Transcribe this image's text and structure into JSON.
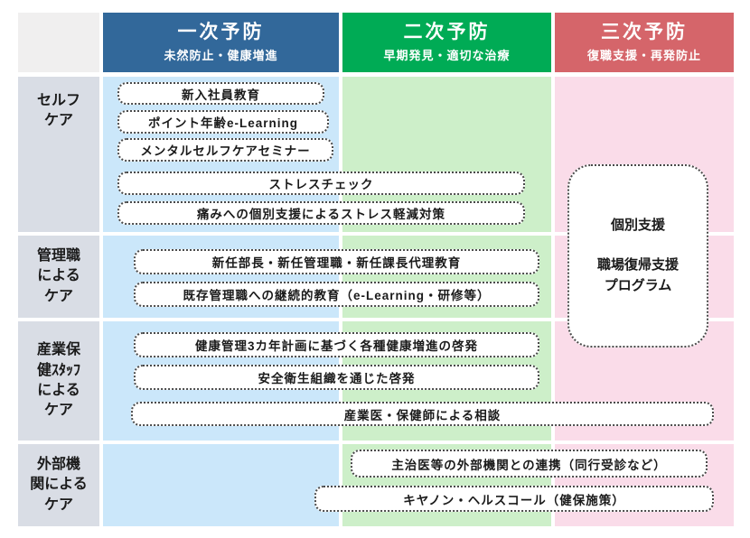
{
  "header": {
    "columns": [
      {
        "title": "一次予防",
        "subtitle": "未然防止・健康増進"
      },
      {
        "title": "二次予防",
        "subtitle": "早期発見・適切な治療"
      },
      {
        "title": "三次予防",
        "subtitle": "復職支援・再発防止"
      }
    ]
  },
  "row_labels": [
    "セルフ\nケア",
    "管理職\nによる\nケア",
    "産業保\n健ｽﾀｯﾌ\nによる\nケア",
    "外部機\n関による\nケア"
  ],
  "items": {
    "selfcare": [
      "新入社員教育",
      "ポイント年齢e-Learning",
      "メンタルセルフケアセミナー",
      "ストレスチェック",
      "痛みへの個別支援によるストレス軽減対策"
    ],
    "manager": [
      "新任部長・新任管理職・新任課長代理教育",
      "既存管理職への継続的教育（e-Learning・研修等）"
    ],
    "occupational": [
      "健康管理3カ年計画に基づく各種健康増進の啓発",
      "安全衛生組織を通じた啓発",
      "産業医・保健師による相談"
    ],
    "external": [
      "主治医等の外部機関との連携（同行受診など）",
      "キヤノン・ヘルスコール（健保施策）"
    ]
  },
  "tertiary_box": {
    "line1": "個別支援",
    "line2": "職場復帰支援\nプログラム"
  },
  "colors": {
    "primary_header": "#32689a",
    "secondary_header": "#00ab55",
    "tertiary_header": "#d5656a",
    "primary_bg": "#cbe7fa",
    "secondary_bg": "#cdefc9",
    "tertiary_bg": "#fadce9",
    "row_label_bg": "#d9dde5",
    "corner_bg": "#f0efef",
    "box_border": "#4a4a4a"
  }
}
